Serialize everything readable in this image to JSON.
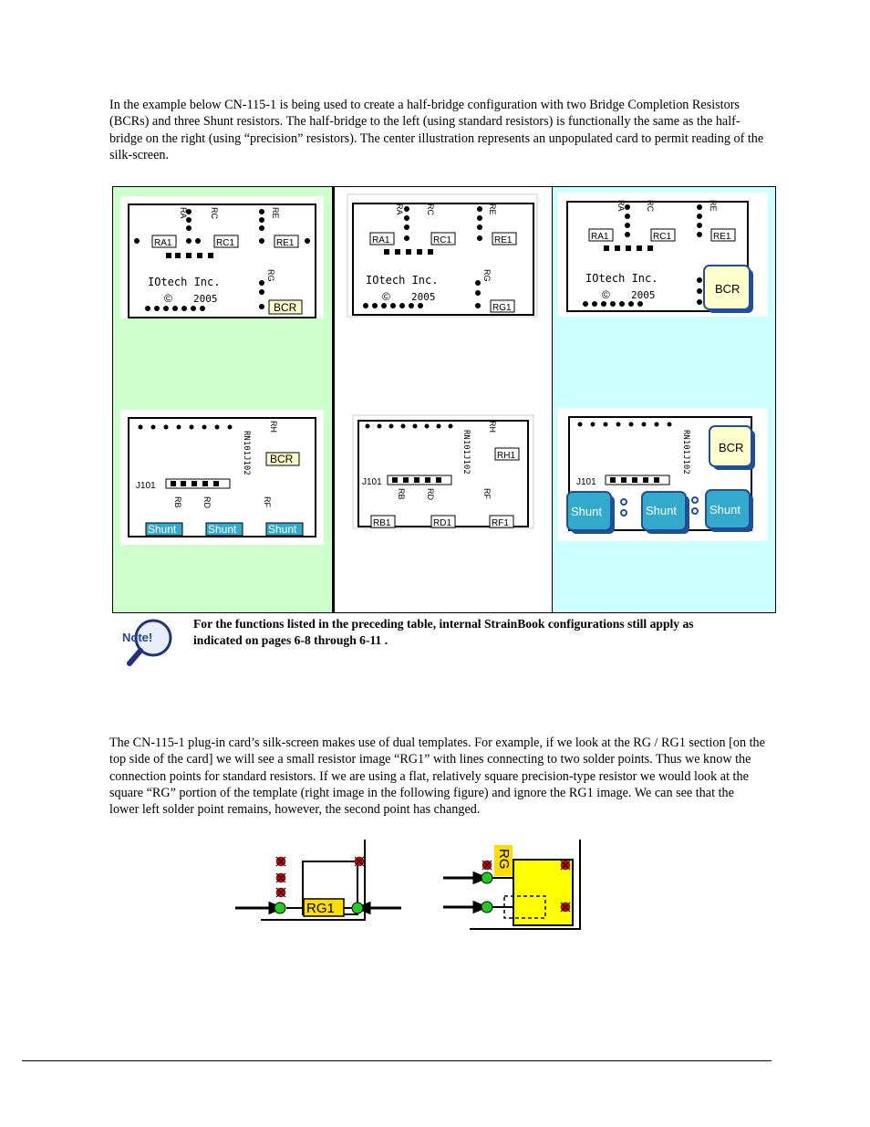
{
  "intro_paragraph": "In the example below CN-115-1 is being used to create a half-bridge configuration with two Bridge Completion Resistors (BCRs) and three Shunt resistors.  The half-bridge to the left (using standard resistors) is functionally the same as the half-bridge on the right (using “precision” resistors).  The center illustration represents an unpopulated card to permit reading of the silk-screen.",
  "board_labels": {
    "ra": "RA",
    "rc": "RC",
    "re": "RE",
    "rg": "RG",
    "rh": "RH",
    "rb": "RB",
    "rd": "RD",
    "rf": "RF",
    "ra1": "RA1",
    "rc1": "RC1",
    "re1": "RE1",
    "rg1": "RG1",
    "rh1": "RH1",
    "rb1": "RB1",
    "rd1": "RD1",
    "rf1": "RF1",
    "company": "IOtech   Inc.",
    "copyright": "©",
    "year": "2005",
    "j101": "J101",
    "rn": "RN101J102",
    "bcr": "BCR",
    "shunt": "Shunt"
  },
  "note": {
    "icon_text": "Note!",
    "text": "For the functions listed in the preceding table, internal StrainBook configurations still apply as indicated on pages 6-8 through 6-11 ."
  },
  "body_paragraph": "The CN-115-1 plug-in card’s silk-screen makes use of dual templates.  For example, if we look at the RG / RG1 section [on the top side of the card] we will see a small resistor image “RG1” with lines connecting to two solder points.  Thus we know the connection points for standard resistors.  If we are using a flat, relatively square precision-type resistor we would look at the square “RG” portion of the template (right image in the following figure) and ignore the RG1 image.  We can see that the lower left solder point remains, however, the second point has changed.",
  "figure_labels": {
    "left": "RG1",
    "right": "RG"
  },
  "colors": {
    "cyan_cell": "#ccffff",
    "green_cell": "#ccffcc",
    "bcr_fill": "#ffffcc",
    "shunt_fill": "#33aacc",
    "rg_yellow": "#ffff00",
    "solder_green": "#22cc22",
    "x_red": "#dd0000"
  }
}
